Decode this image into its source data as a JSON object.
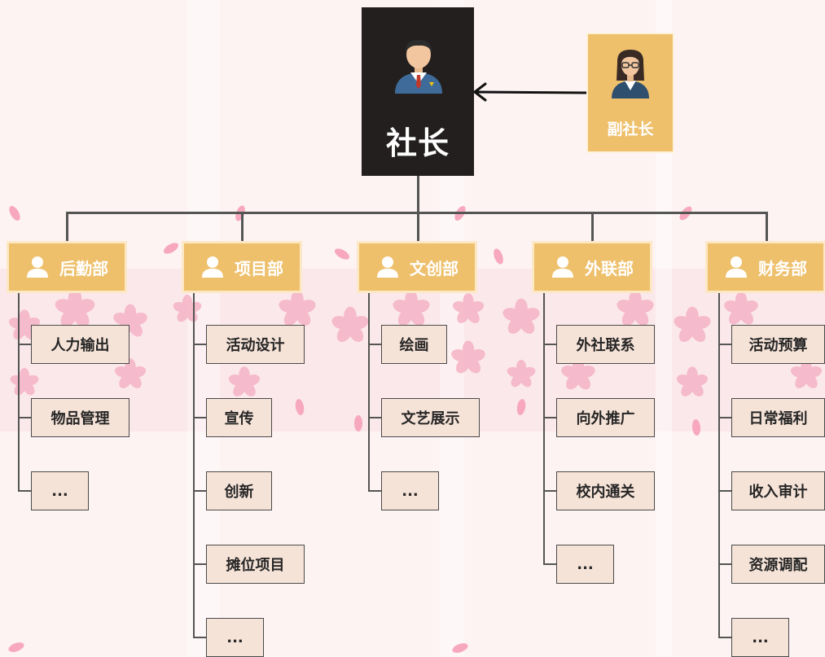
{
  "chart": {
    "president": {
      "label": "社长",
      "icon": "businessman-avatar-icon"
    },
    "vice_president": {
      "label": "副社长",
      "icon": "businesswoman-avatar-icon"
    },
    "departments": [
      {
        "label": "后勤部",
        "items": [
          "人力输出",
          "物品管理",
          "..."
        ]
      },
      {
        "label": "项目部",
        "items": [
          "活动设计",
          "宣传",
          "创新",
          "摊位项目",
          "..."
        ]
      },
      {
        "label": "文创部",
        "items": [
          "绘画",
          "文艺展示",
          "..."
        ]
      },
      {
        "label": "外联部",
        "items": [
          "外社联系",
          "向外推广",
          "校内通关",
          "..."
        ]
      },
      {
        "label": "财务部",
        "items": [
          "活动预算",
          "日常福利",
          "收入审计",
          "资源调配",
          "..."
        ]
      }
    ]
  },
  "colors": {
    "president_box": "#231f1f",
    "dept_box": "#eec06c",
    "sub_box": "#f6e3d8",
    "connector": "#555555",
    "blossom": "#f4a9c0"
  }
}
